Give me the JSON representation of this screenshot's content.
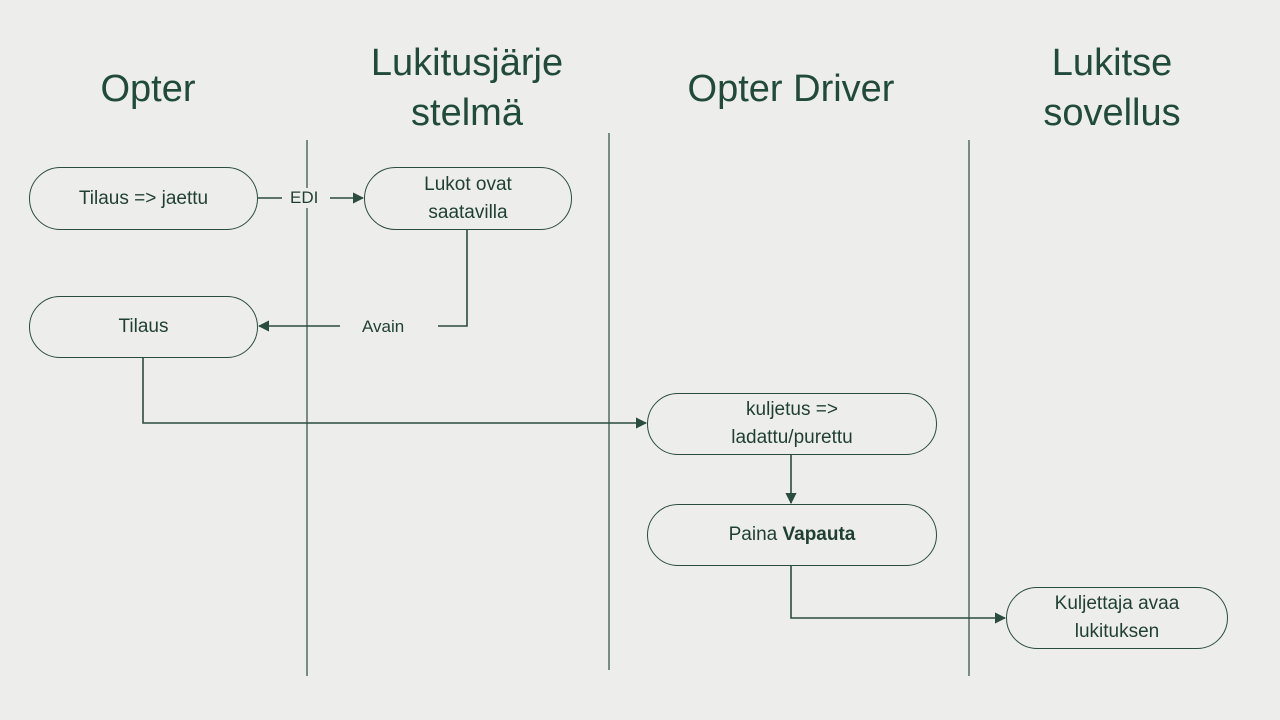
{
  "lanes": {
    "opter": "Opter",
    "lock_system": "Lukitusjärje\nstelmä",
    "opter_driver": "Opter Driver",
    "lock_app": "Lukitse\nsovellus"
  },
  "nodes": {
    "order_assigned": "Tilaus => jaettu",
    "locks_available": "Lukot ovat\nsaatavilla",
    "order": "Tilaus",
    "transport_loaded": "kuljetus =>\nladattu/purettu",
    "press_release_prefix": "Paina ",
    "press_release_bold": "Vapauta",
    "driver_opens": "Kuljettaja avaa\nlukituksen"
  },
  "connectors": {
    "edi": "EDI",
    "key": "Avain"
  },
  "colors": {
    "background": "#ededeb",
    "ink": "#1f4a3c",
    "line": "#2b4c40"
  }
}
